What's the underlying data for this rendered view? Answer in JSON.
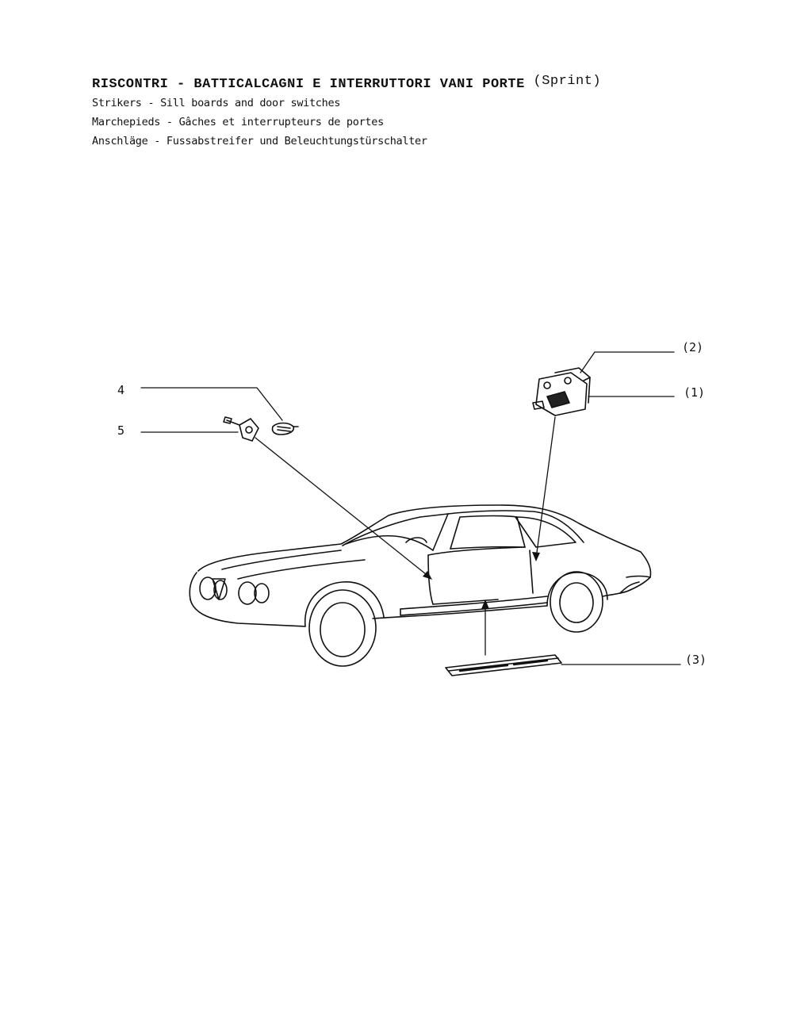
{
  "header": {
    "title": "RISCONTRI - BATTICALCAGNI E INTERRUTTORI VANI PORTE",
    "title_suffix": "(Sprint)",
    "subtitles": [
      "Strikers - Sill boards and door switches",
      "Marchepieds - Gâches et interrupteurs de portes",
      "Anschläge - Fussabstreifer und Beleuchtungstürschalter"
    ]
  },
  "callouts": {
    "c1": "(1)",
    "c2": "(2)",
    "c3": "(3)",
    "c4": "4",
    "c5": "5"
  },
  "icons": [
    "striker-plate",
    "door-switch",
    "sill-board",
    "coupe-car"
  ]
}
